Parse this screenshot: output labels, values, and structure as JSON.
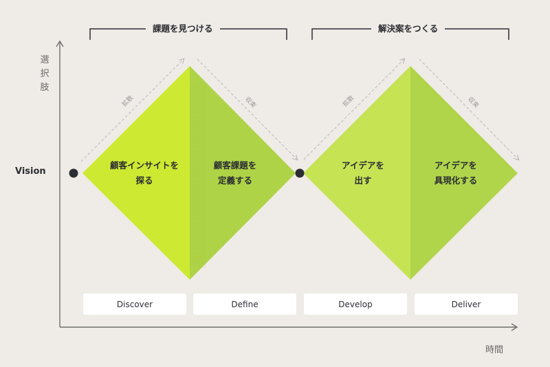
{
  "colors": {
    "background": "#efebe6",
    "discover": "#cde932",
    "define": "#afd347",
    "develop": "#c6e354",
    "deliver": "#b0d54b",
    "dark": "#2b2d32",
    "axis": "#6f6f6f",
    "dashed": "#bdbdbd"
  },
  "vision_label": "Vision",
  "y_axis_label": [
    "選",
    "択",
    "肢"
  ],
  "x_axis_label": "時間",
  "brackets": {
    "left_title": "課題を見つける",
    "right_title": "解決案をつくる"
  },
  "diamonds": {
    "discover": {
      "line1": "顧客インサイトを",
      "line2": "探る"
    },
    "define": {
      "line1": "顧客課題を",
      "line2": "定義する"
    },
    "develop": {
      "line1": "アイデアを",
      "line2": "出す"
    },
    "deliver": {
      "line1": "アイデアを",
      "line2": "具現化する"
    }
  },
  "arrow_labels": {
    "diverge_1": "拡散",
    "converge_1": "収束",
    "diverge_2": "拡散",
    "converge_2": "収束"
  },
  "phases": [
    "Discover",
    "Define",
    "Develop",
    "Deliver"
  ]
}
